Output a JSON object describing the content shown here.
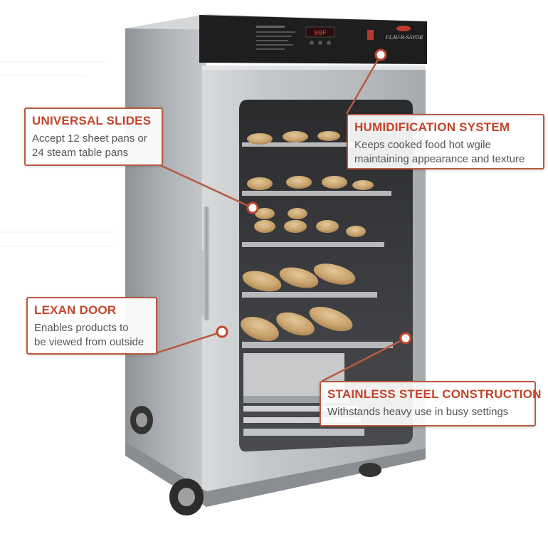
{
  "product": {
    "brand_logo_text": "FLAV-R-SAVOR",
    "display_readout": "80F"
  },
  "callouts": {
    "universal_slides": {
      "title": "UNIVERSAL SLIDES",
      "body_lines": [
        "Accept 12 sheet pans or",
        "24 steam table pans"
      ]
    },
    "humidification_system": {
      "title": "HUMIDIFICATION SYSTEM",
      "body_lines": [
        "Keeps cooked food hot wgile",
        "maintaining appearance and texture"
      ]
    },
    "lexan_door": {
      "title": "LEXAN DOOR",
      "body_lines": [
        "Enables products to",
        "be viewed from outside"
      ]
    },
    "stainless_steel_construction": {
      "title": "STAINLESS STEEL CONSTRUCTION",
      "body_lines": [
        "Withstands heavy use in busy settings"
      ]
    }
  },
  "colors": {
    "accent": "#c2452a",
    "callout_border": "#b85a40",
    "body_text": "#555555",
    "cabinet_steel": "#b9bcbf",
    "control_panel": "#1e1e1e"
  }
}
